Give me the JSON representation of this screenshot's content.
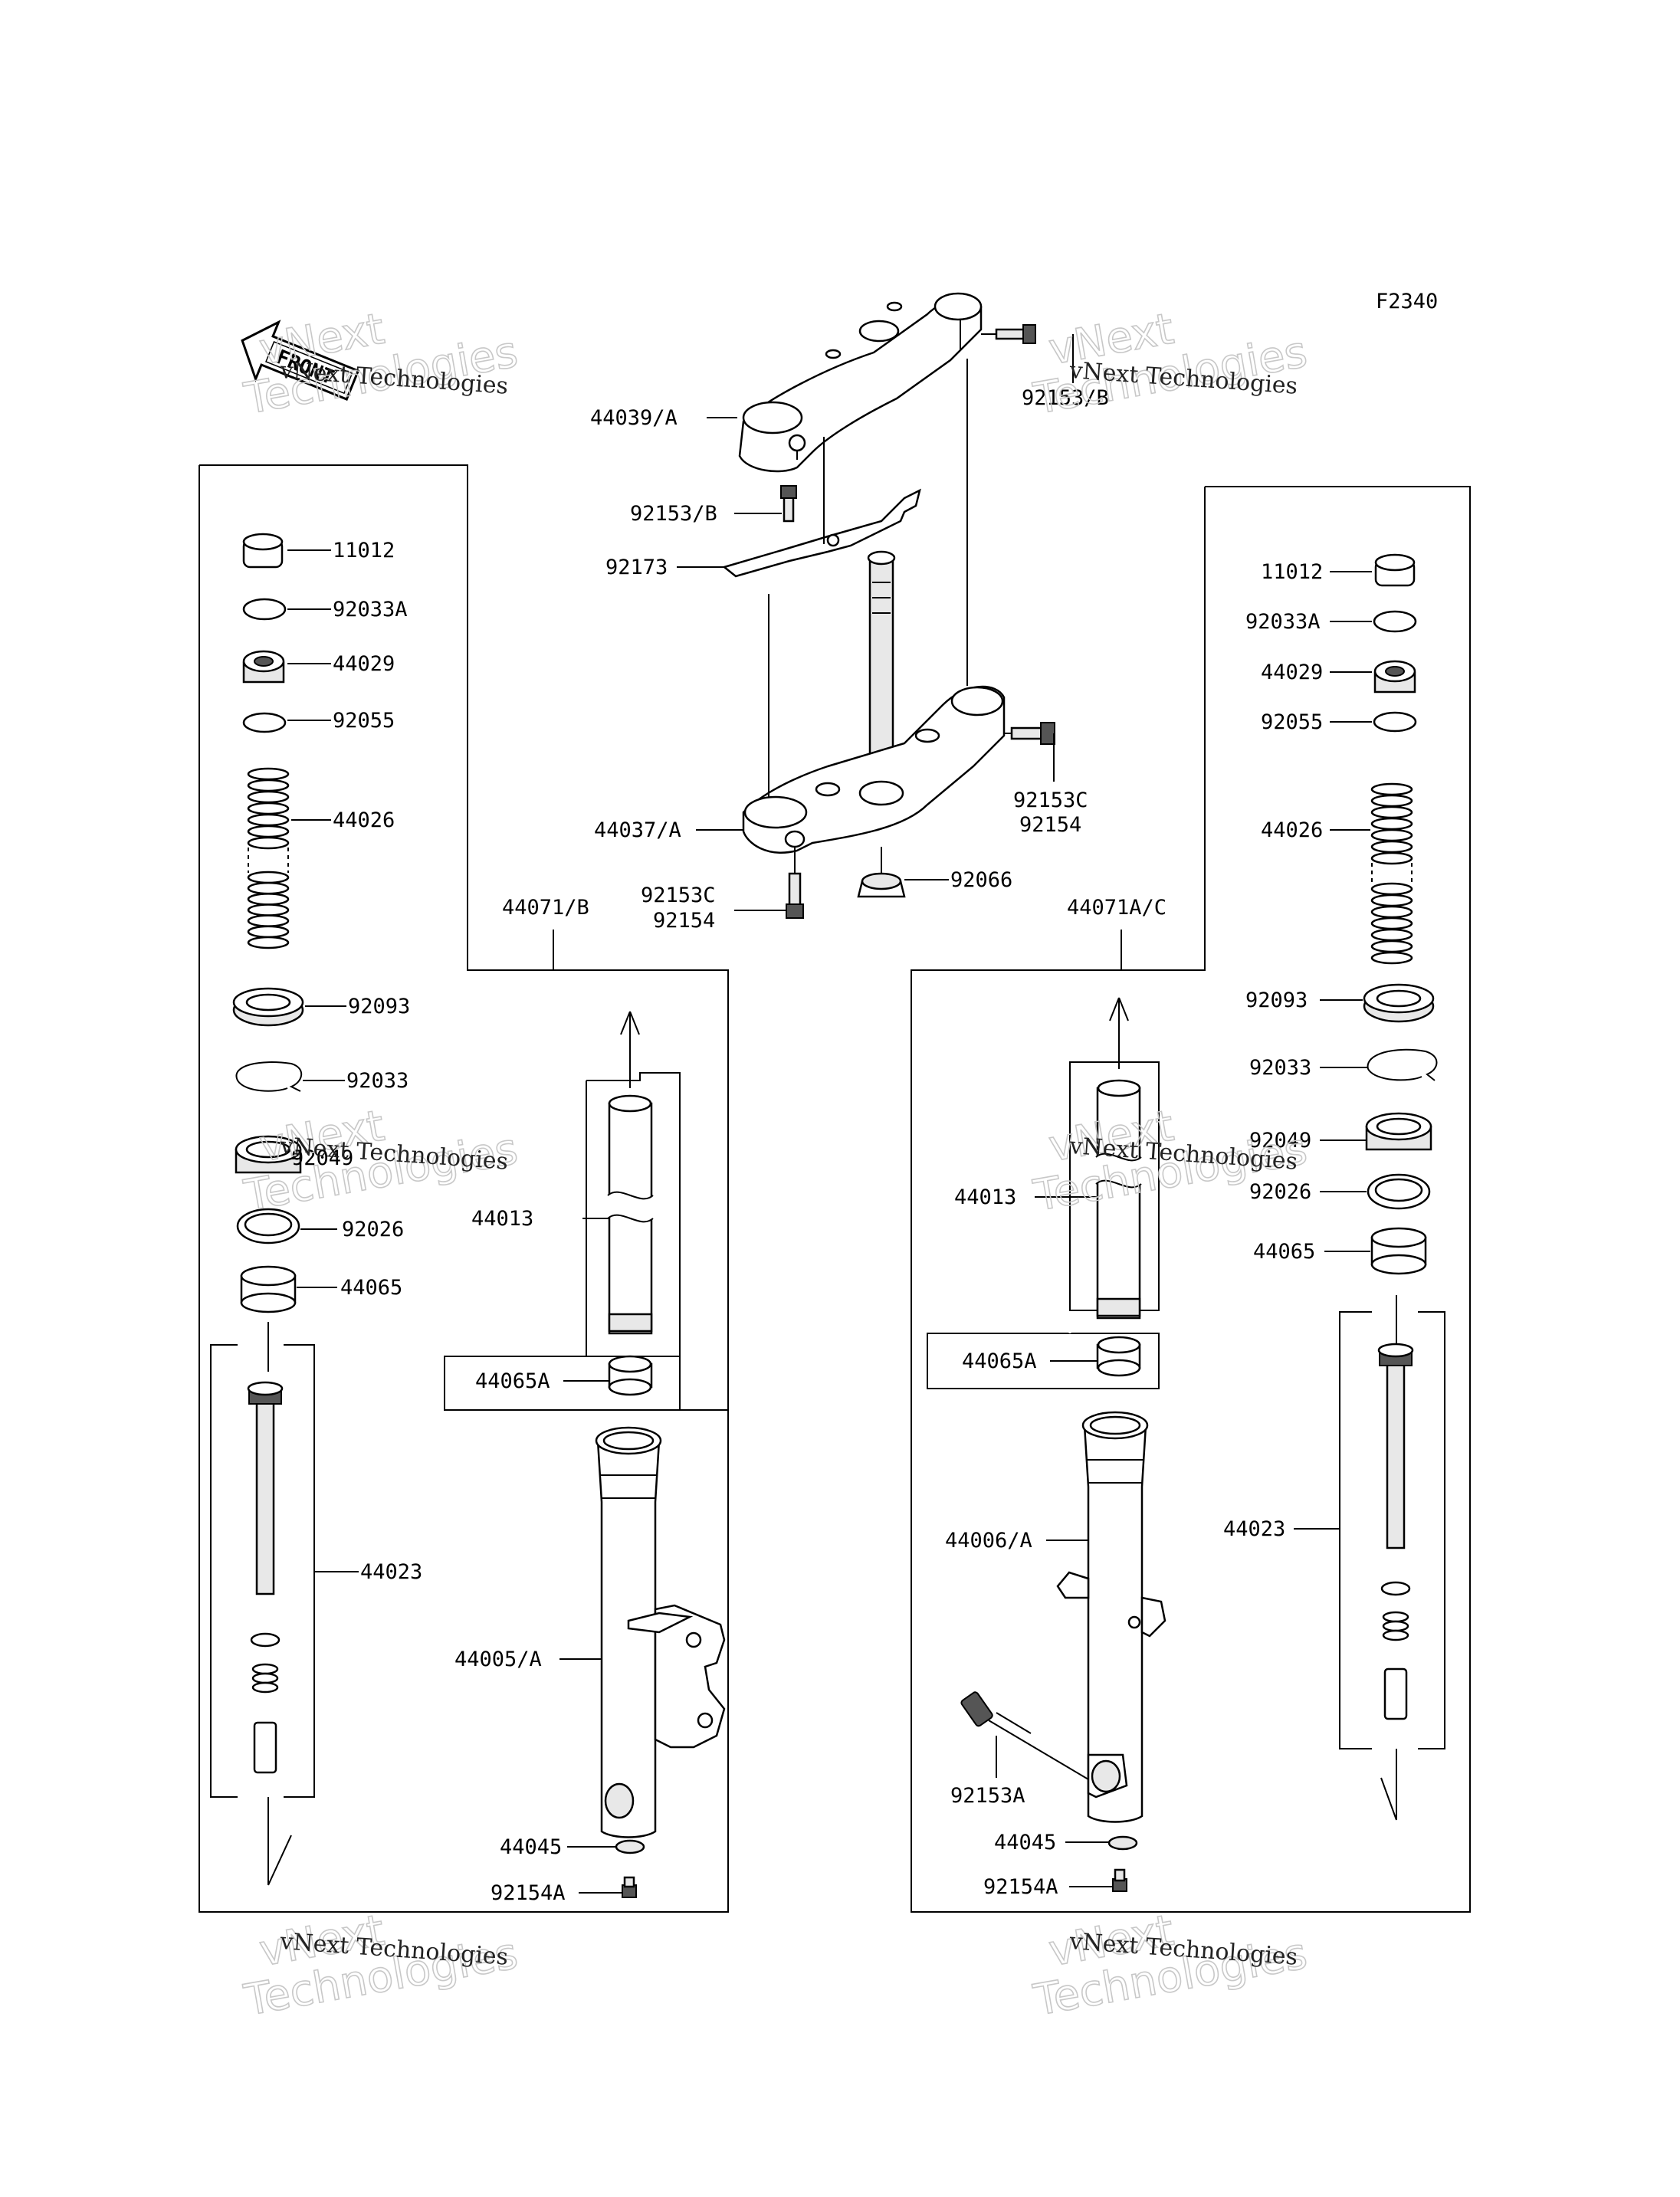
{
  "figure_code": "F2340",
  "front_label": "FRONT",
  "watermark": {
    "line1": "vNext Technologies",
    "line2": "vNext",
    "line3": "Technologies"
  },
  "labels": {
    "p44039A": "44039/A",
    "p92153B_top": "92153/B",
    "p92153B_right": "92153/B",
    "p92173": "92173",
    "p44037A": "44037/A",
    "p92153C_right": "92153C",
    "p92154_right": "92154",
    "p92153C_left": "92153C",
    "p92154_left": "92154",
    "p92066": "92066",
    "p44071B": "44071/B",
    "p44071AC": "44071A/C",
    "L_11012": "11012",
    "L_92033A": "92033A",
    "L_44029": "44029",
    "L_92055": "92055",
    "L_44026": "44026",
    "L_92093": "92093",
    "L_92033": "92033",
    "L_92049": "92049",
    "L_92026": "92026",
    "L_44065": "44065",
    "L_44023": "44023",
    "L_44013": "44013",
    "L_44065A": "44065A",
    "L_44005A": "44005/A",
    "L_44045": "44045",
    "L_92154A": "92154A",
    "R_11012": "11012",
    "R_92033A": "92033A",
    "R_44029": "44029",
    "R_92055": "92055",
    "R_44026": "44026",
    "R_92093": "92093",
    "R_92033": "92033",
    "R_92049": "92049",
    "R_92026": "92026",
    "R_44065": "44065",
    "R_44023": "44023",
    "R_44013": "44013",
    "R_44065A": "44065A",
    "R_44006A": "44006/A",
    "R_92153A": "92153A",
    "R_44045": "44045",
    "R_92154A": "92154A"
  }
}
